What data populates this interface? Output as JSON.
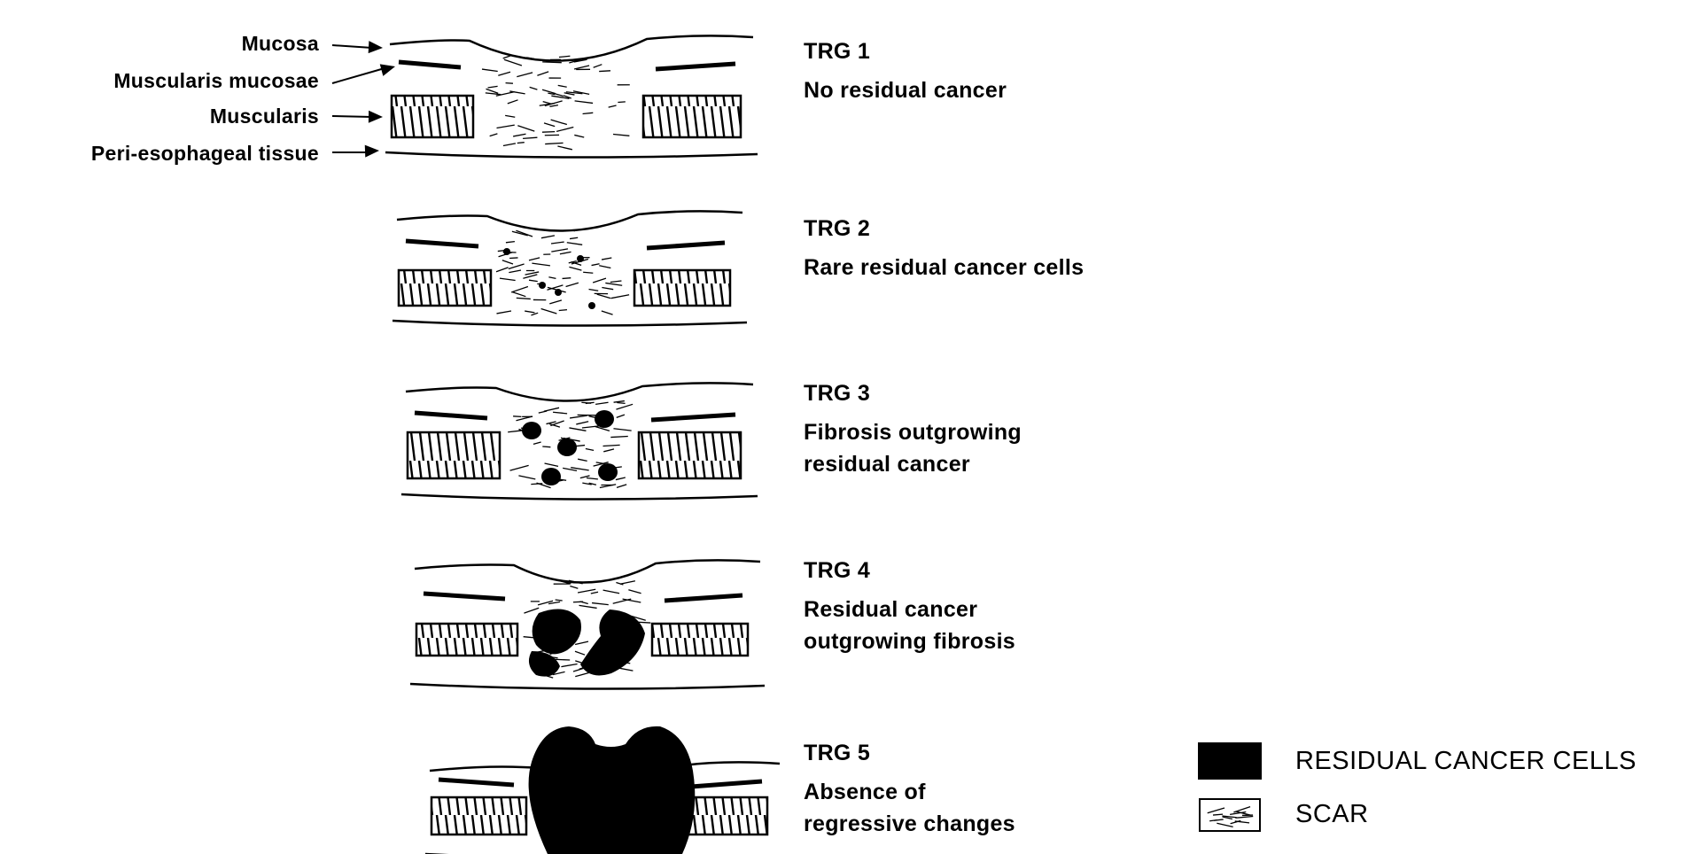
{
  "anatomy_labels": {
    "mucosa": "Mucosa",
    "muscularis_mucosae": "Muscularis mucosae",
    "muscularis": "Muscularis",
    "peri_esophageal": "Peri-esophageal tissue"
  },
  "grades": [
    {
      "title": "TRG 1",
      "desc": [
        "No residual cancer"
      ]
    },
    {
      "title": "TRG 2",
      "desc": [
        "Rare residual cancer cells"
      ]
    },
    {
      "title": "TRG 3",
      "desc": [
        "Fibrosis outgrowing",
        "residual cancer"
      ]
    },
    {
      "title": "TRG 4",
      "desc": [
        "Residual cancer",
        "outgrowing fibrosis"
      ]
    },
    {
      "title": "TRG 5",
      "desc": [
        "Absence of",
        "regressive changes"
      ]
    }
  ],
  "legend": {
    "cancer": "RESIDUAL CANCER CELLS",
    "scar": "SCAR"
  }
}
